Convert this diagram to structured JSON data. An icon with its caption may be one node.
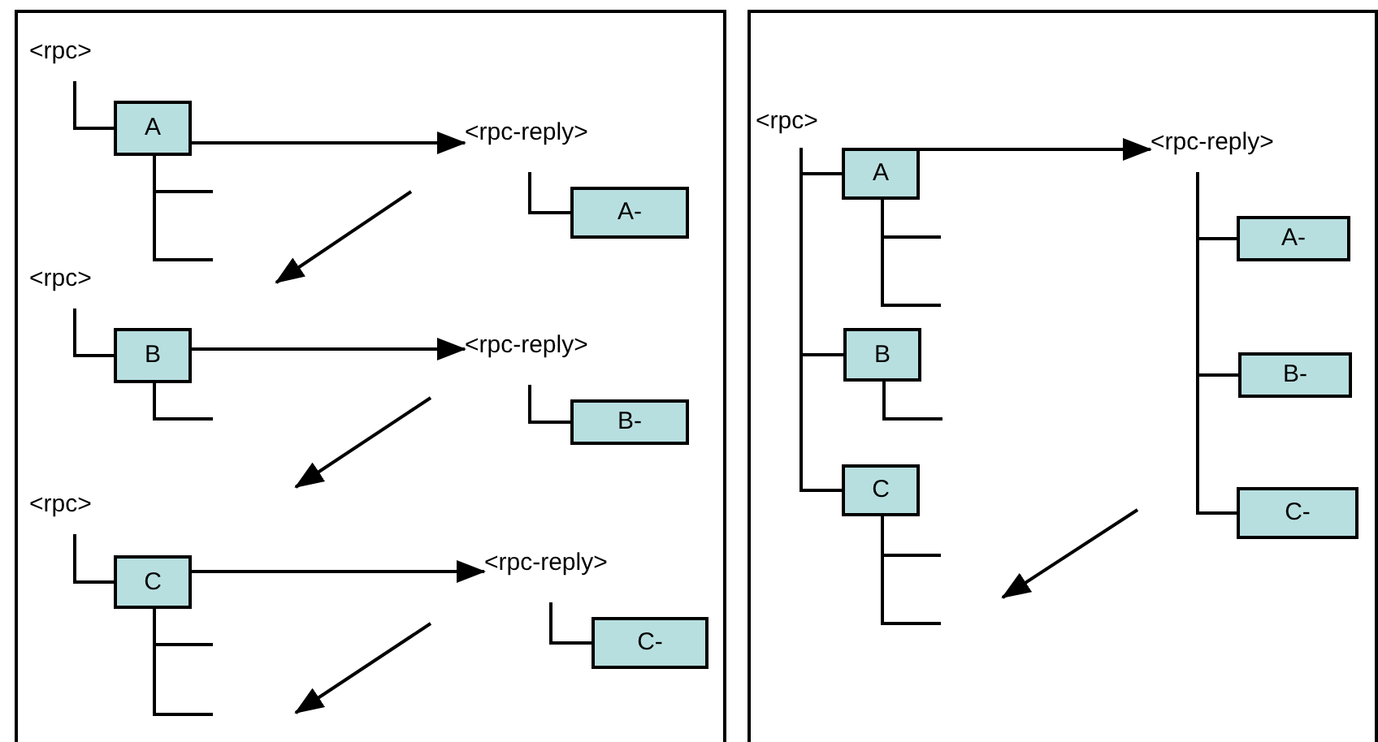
{
  "diagram": {
    "nodes": [
      {
        "text": [
          "<rpc>"
        ]
      },
      {
        "text": [
          "A"
        ]
      },
      {
        "text": [
          "<rpc-reply>"
        ]
      },
      {
        "text": [
          "A-"
        ]
      },
      {
        "text": [
          "<rpc>"
        ]
      },
      {
        "text": [
          "B"
        ]
      },
      {
        "text": [
          "<rpc-reply>"
        ]
      },
      {
        "text": [
          "B-"
        ]
      },
      {
        "text": [
          "<rpc>"
        ]
      },
      {
        "text": [
          "C"
        ]
      },
      {
        "text": [
          "<rpc-reply>"
        ]
      },
      {
        "text": [
          "C-"
        ]
      },
      {
        "text": [
          "<rpc>"
        ]
      },
      {
        "text": [
          "A"
        ]
      },
      {
        "text": [
          "B"
        ]
      },
      {
        "text": [
          "C"
        ]
      },
      {
        "text": [
          "<rpc-reply>"
        ]
      },
      {
        "text": [
          "A-"
        ]
      },
      {
        "text": [
          "B-"
        ]
      },
      {
        "text": [
          "C-"
        ]
      }
    ],
    "edges": [
      {
        "from": 0,
        "to": 1,
        "arrow": "none"
      },
      {
        "from": 1,
        "to": null,
        "arrow": "none"
      },
      {
        "from": 1,
        "to": null,
        "arrow": "none"
      },
      {
        "from": 1,
        "to": 2,
        "arrow": "to"
      },
      {
        "from": 2,
        "to": 3,
        "arrow": "none"
      },
      {
        "from": 4,
        "to": 5,
        "arrow": "none"
      },
      {
        "from": 5,
        "to": null,
        "arrow": "none"
      },
      {
        "from": 5,
        "to": 6,
        "arrow": "to"
      },
      {
        "from": 6,
        "to": 7,
        "arrow": "none"
      },
      {
        "from": 8,
        "to": 9,
        "arrow": "none"
      },
      {
        "from": 9,
        "to": null,
        "arrow": "none"
      },
      {
        "from": 9,
        "to": null,
        "arrow": "none"
      },
      {
        "from": 9,
        "to": 10,
        "arrow": "to"
      },
      {
        "from": 10,
        "to": 11,
        "arrow": "none"
      },
      {
        "from": 12,
        "to": 13,
        "arrow": "none"
      },
      {
        "from": 12,
        "to": 14,
        "arrow": "none"
      },
      {
        "from": 12,
        "to": 15,
        "arrow": "none"
      },
      {
        "from": 13,
        "to": null,
        "arrow": "none"
      },
      {
        "from": 13,
        "to": null,
        "arrow": "none"
      },
      {
        "from": 14,
        "to": null,
        "arrow": "none"
      },
      {
        "from": 15,
        "to": null,
        "arrow": "none"
      },
      {
        "from": 15,
        "to": null,
        "arrow": "none"
      },
      {
        "from": 13,
        "to": 16,
        "arrow": "to"
      },
      {
        "from": 16,
        "to": 17,
        "arrow": "none"
      },
      {
        "from": 16,
        "to": 18,
        "arrow": "none"
      },
      {
        "from": 16,
        "to": 19,
        "arrow": "none"
      }
    ]
  }
}
